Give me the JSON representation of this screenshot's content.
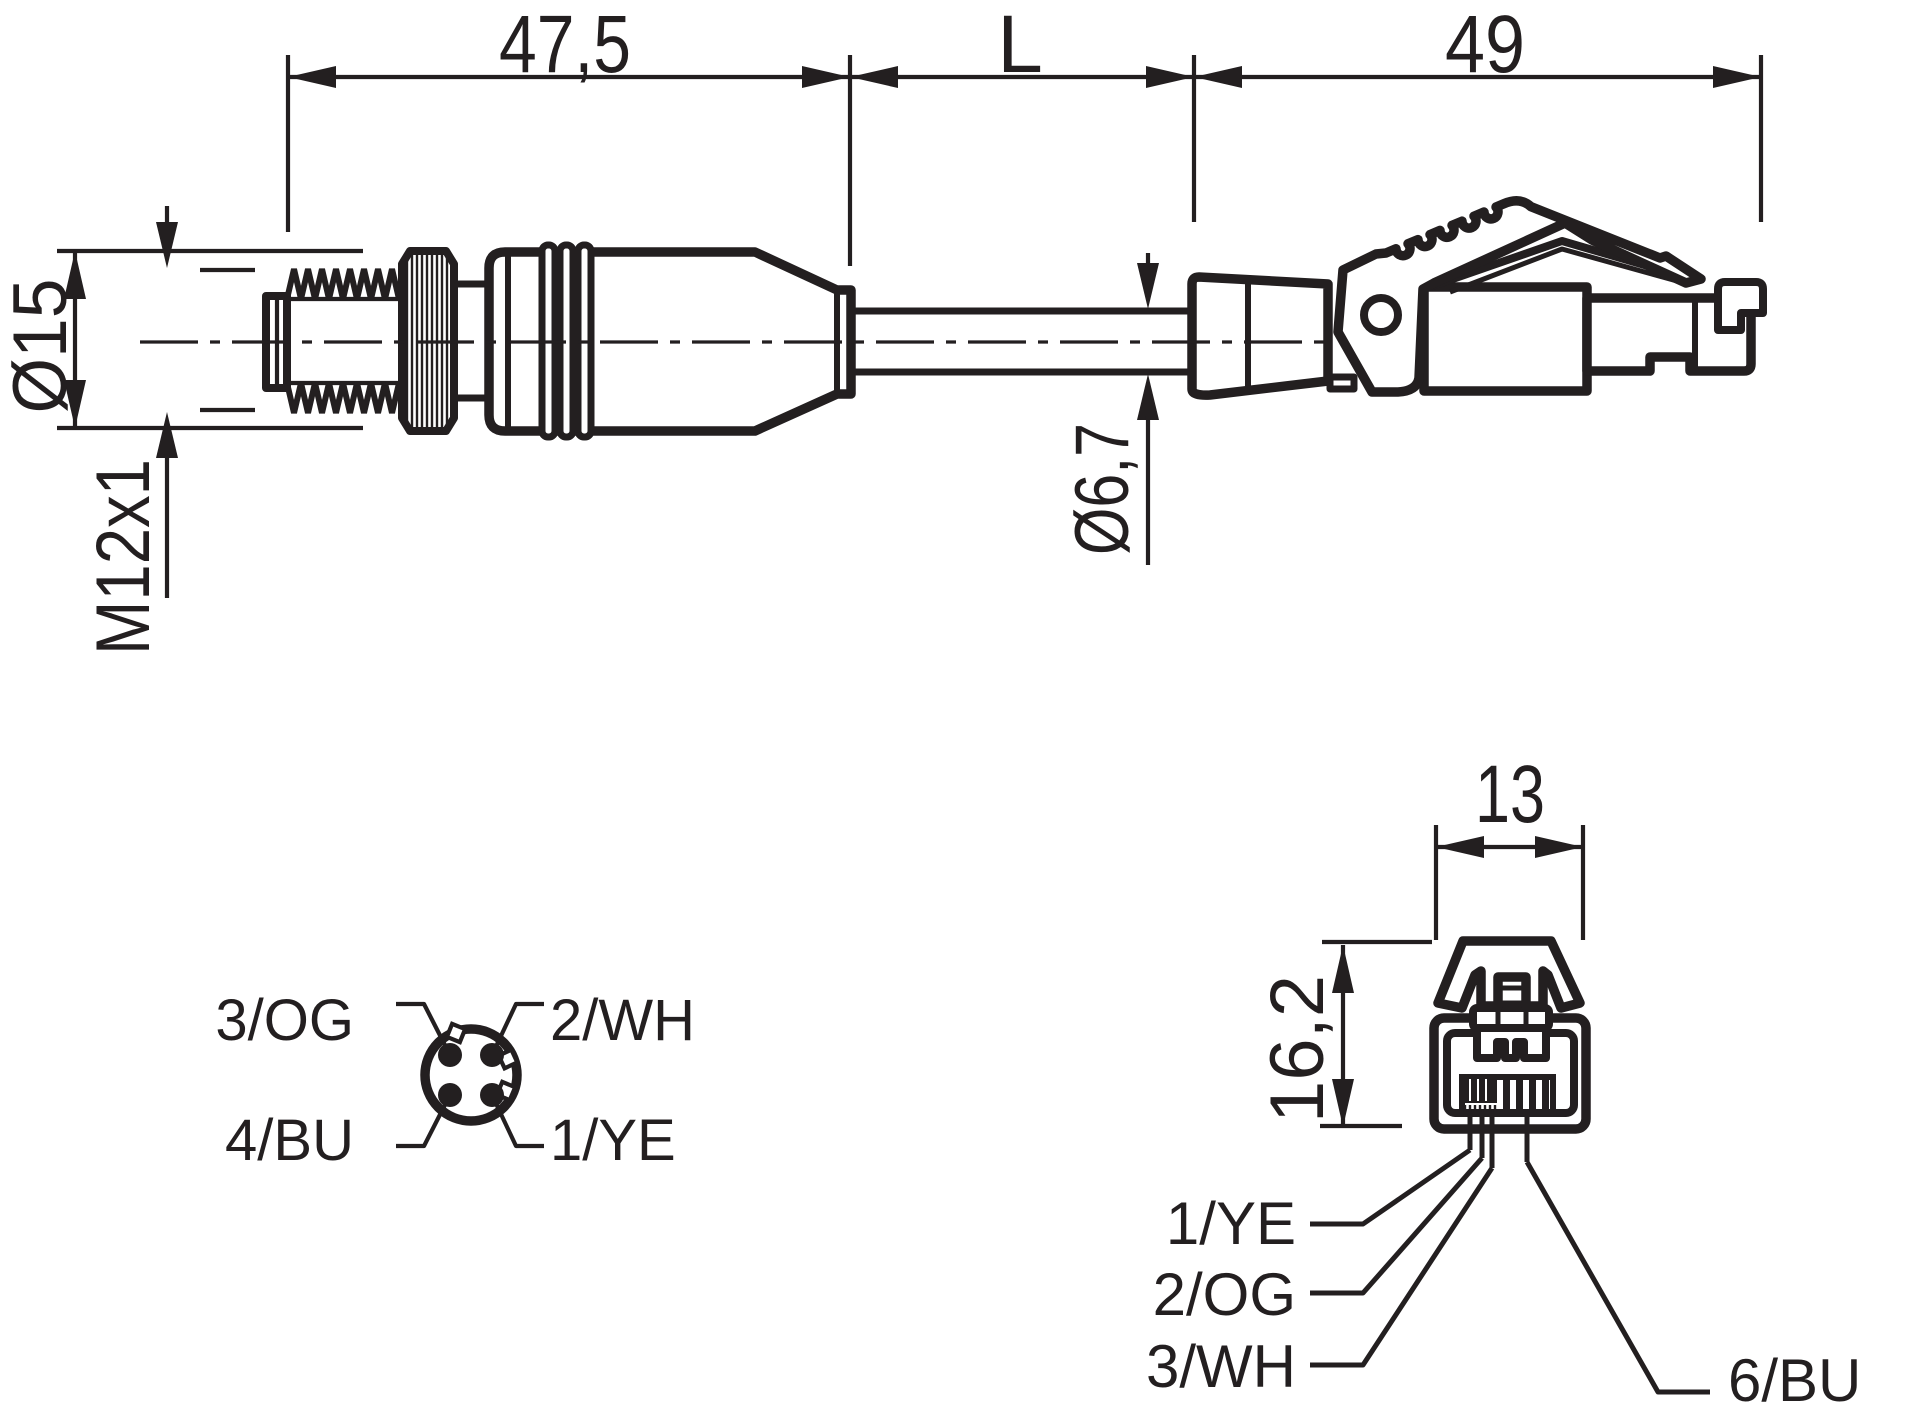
{
  "figure": {
    "type": "technical-drawing",
    "side_view": {
      "dim_connector_length": "47,5",
      "dim_cable_length": "L",
      "dim_rj45_length": "49",
      "dim_connector_diameter": "Ø15",
      "dim_thread": "M12x1",
      "dim_cable_diameter": "Ø6,7"
    },
    "m12_pin_view": {
      "pin_top_left": "3/OG",
      "pin_top_right": "2/WH",
      "pin_bottom_left": "4/BU",
      "pin_bottom_right": "1/YE"
    },
    "rj45_front_view": {
      "dim_width": "13",
      "dim_height": "16,2",
      "wire_top": "1/YE",
      "wire_middle": "2/OG",
      "wire_bottom": "3/WH",
      "wire_right": "6/BU"
    },
    "colors": {
      "line": "#231f20",
      "background": "#ffffff"
    }
  }
}
